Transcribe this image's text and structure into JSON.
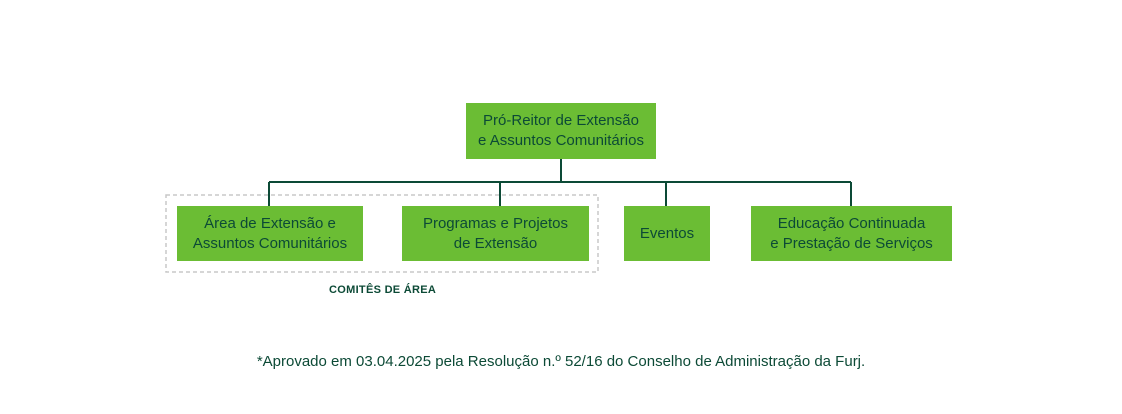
{
  "colors": {
    "box_fill": "#6bbd34",
    "text": "#0c4a36",
    "connector": "#0c4a36",
    "group_border": "#c8c8c8"
  },
  "org_chart": {
    "root": {
      "label": "Pró-Reitor de Extensão\ne Assuntos Comunitários"
    },
    "children": [
      {
        "label": "Área de Extensão e\nAssuntos Comunitários"
      },
      {
        "label": "Programas e Projetos\nde Extensão"
      },
      {
        "label": "Eventos"
      },
      {
        "label": "Educação Continuada\ne Prestação de Serviços"
      }
    ],
    "group": {
      "label": "COMITÊS DE ÁREA"
    }
  },
  "footnote": "*Aprovado em 03.04.2025 pela Resolução n.º 52/16 do Conselho de Administração da Furj."
}
